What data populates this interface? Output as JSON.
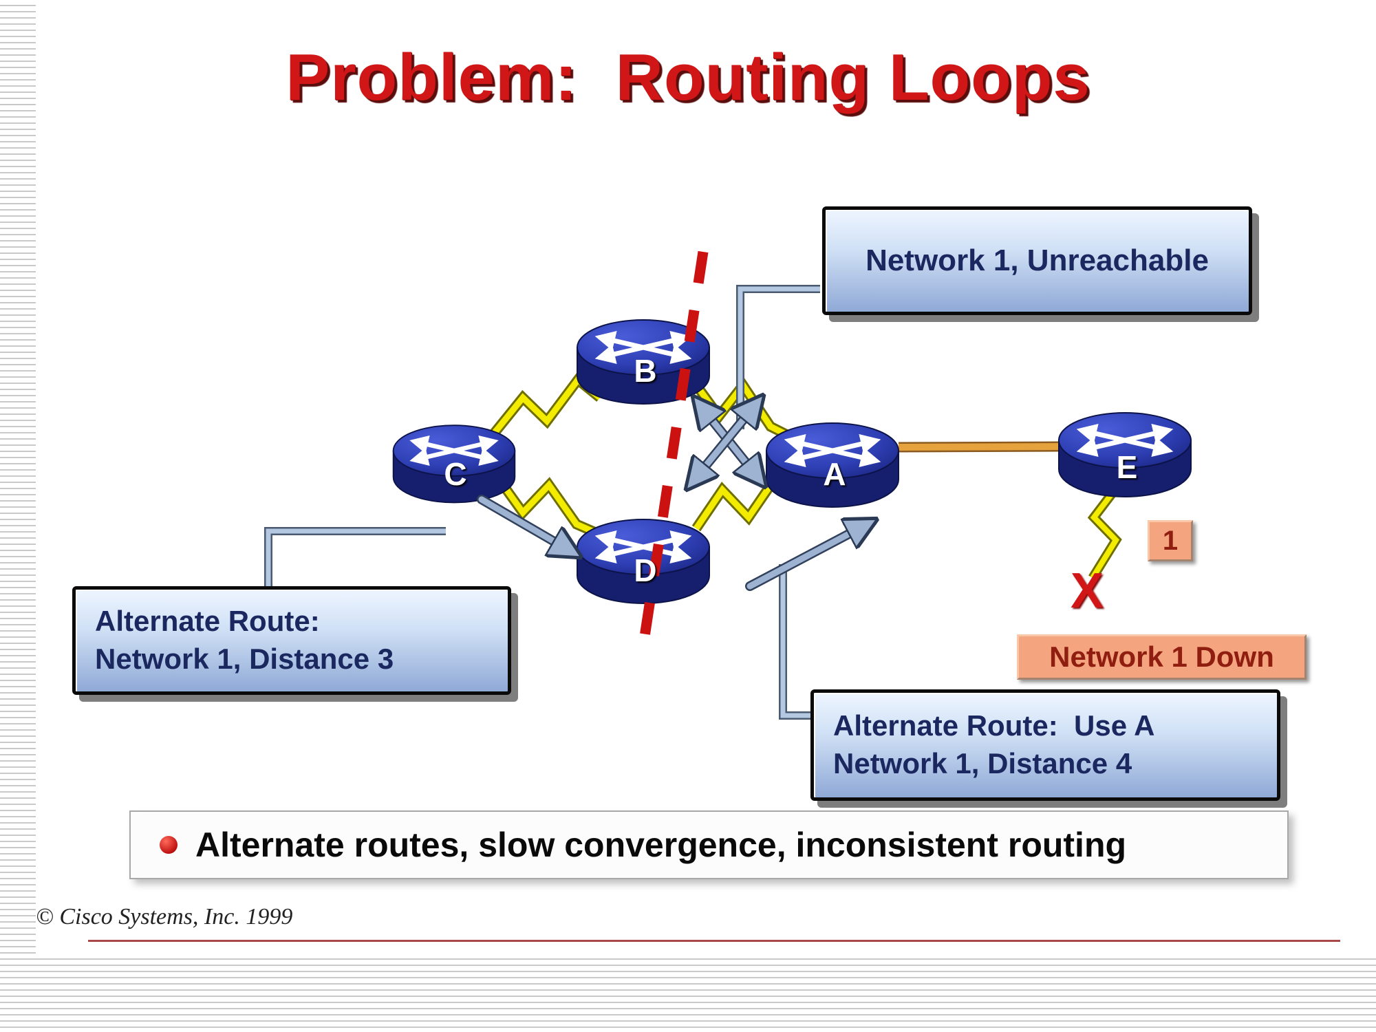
{
  "title": "Problem:  Routing Loops",
  "routers": {
    "A": "A",
    "B": "B",
    "C": "C",
    "D": "D",
    "E": "E"
  },
  "callouts": {
    "unreachable": {
      "text": "Network 1, Unreachable"
    },
    "alternate_c": {
      "line1": "Alternate Route:",
      "line2": "Network 1, Distance 3"
    },
    "alternate_d": {
      "line1": "Alternate Route:  Use A",
      "line2": "Network 1, Distance 4"
    },
    "network_down": {
      "text": "Network 1 Down"
    },
    "interface_number": "1",
    "failure_mark": "X"
  },
  "summary": {
    "text": "Alternate routes, slow convergence, inconsistent routing"
  },
  "footer": {
    "copyright": "© Cisco Systems, Inc. 1999"
  },
  "colors": {
    "title_red": "#d01616",
    "router_blue": "#2e3fb4",
    "link_yellow": "#f4ec00",
    "serial_orange": "#e6a23c",
    "callout_blue": "#b9d0ee",
    "down_salmon": "#f4a47e",
    "arrow_steel": "#9db3d1",
    "dashed_red": "#cc1111"
  }
}
